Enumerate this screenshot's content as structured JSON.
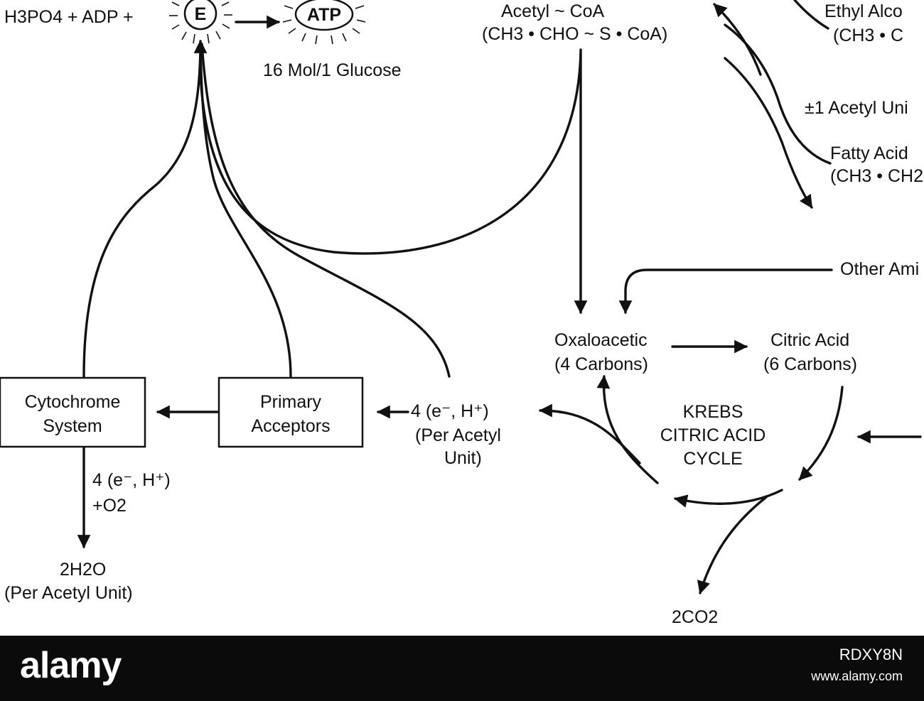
{
  "energy": {
    "left_formula": "H3PO4 + ADP +",
    "e_label": "E",
    "atp_label": "ATP",
    "yield_note": "16 Mol/1 Glucose"
  },
  "acetyl_coa": {
    "line1": "Acetyl ~ CoA",
    "line2": "(CH3 • CHO ~ S • CoA)"
  },
  "right_side": {
    "ethyl_alcohol_line1": "Ethyl Alco",
    "ethyl_alcohol_line2": "(CH3 • C",
    "acetyl_unit": "±1 Acetyl Uni",
    "fatty_acid_line1": "Fatty Acid",
    "fatty_acid_line2": "(CH3 • CH2",
    "other_amino": "Other Ami"
  },
  "cycle": {
    "oxaloacetic_line1": "Oxaloacetic",
    "oxaloacetic_line2": "(4 Carbons)",
    "citric_line1": "Citric Acid",
    "citric_line2": "(6 Carbons)",
    "center_line1": "KREBS",
    "center_line2": "CITRIC ACID",
    "center_line3": "CYCLE",
    "co2": "2CO2"
  },
  "electron_transport": {
    "cytochrome_line1": "Cytochrome",
    "cytochrome_line2": "System",
    "primary_line1": "Primary",
    "primary_line2": "Acceptors",
    "electrons_in_line1": "4 (e⁻, H⁺)",
    "electrons_in_line2": "(Per Acetyl",
    "electrons_in_line3": "Unit)",
    "electrons_out_line1": "4 (e⁻, H⁺)",
    "electrons_out_line2": "+O2",
    "water_line1": "2H2O",
    "water_line2": "(Per Acetyl Unit)"
  },
  "watermark": {
    "logo": "alamy",
    "image_id": "RDXY8N",
    "url": "www.alamy.com"
  }
}
